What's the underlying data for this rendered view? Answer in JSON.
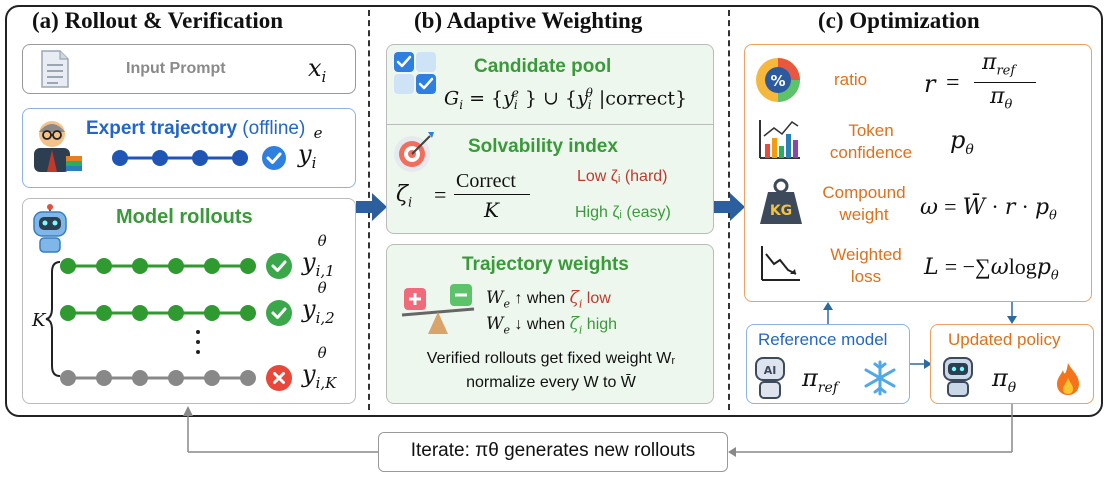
{
  "sections": {
    "a": "(a) Rollout & Verification",
    "b": "(b) Adaptive Weighting",
    "c": "(c)  Optimization"
  },
  "rollout": {
    "input_prompt": "Input Prompt",
    "expert_bold": "Expert trajectory",
    "expert_offline": "(offline)",
    "model_rollouts": "Model rollouts",
    "k_label": "K"
  },
  "weighting": {
    "candidate_pool": "Candidate pool",
    "solvability_index": "Solvability index",
    "low_hard": "Low ζᵢ (hard)",
    "high_easy": "High ζᵢ (easy)",
    "trajectory_weights": "Trajectory weights",
    "fixed_weight_line": "Verified rollouts get fixed weight Wᵣ",
    "normalize_line": "normalize every W to W̄"
  },
  "optimization": {
    "ratio": "ratio",
    "token_confidence": "Token confidence",
    "compound_weight": "Compound weight",
    "weighted_loss": "Weighted loss",
    "reference_model": "Reference model",
    "updated_policy": "Updated policy",
    "kg_label": "KG"
  },
  "iterate": "Iterate: πθ generates new rollouts",
  "colors": {
    "green": "#3a9a3a",
    "blue": "#2466c8",
    "orange": "#e0701a",
    "red": "#c0392b",
    "node_blue": "#1f55b5",
    "node_green": "#2f9a2f",
    "node_gray": "#888888"
  }
}
